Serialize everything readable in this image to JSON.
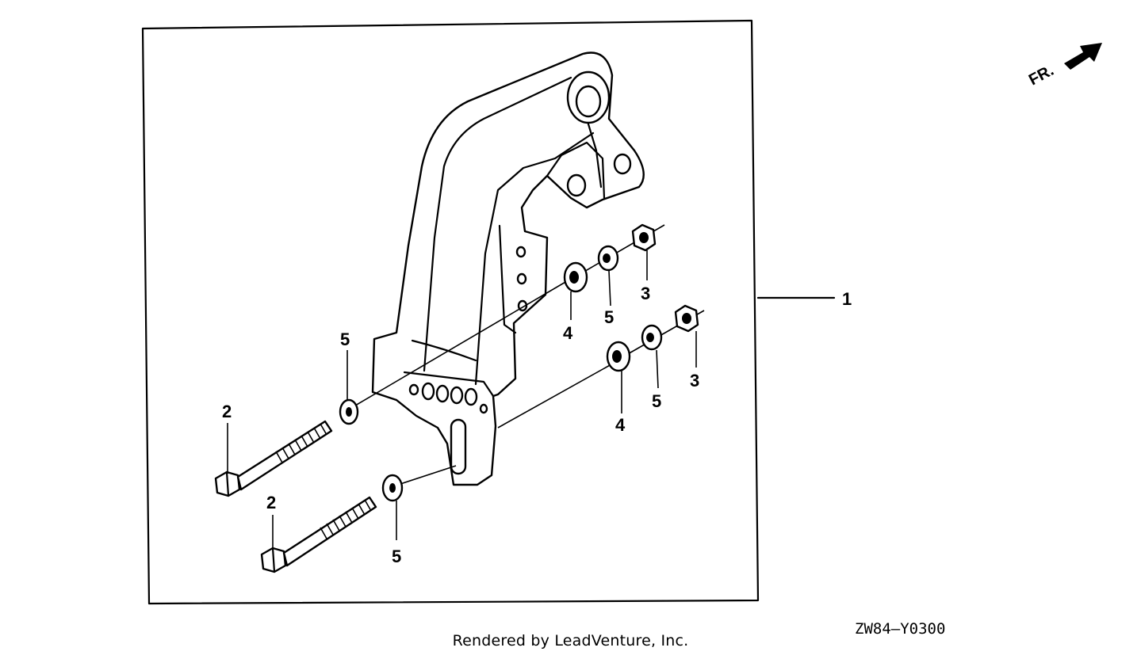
{
  "diagram": {
    "callouts": {
      "bracket_assembly": "1",
      "bolt_upper": "2",
      "bolt_lower": "2",
      "nut_upper": "3",
      "nut_lower": "3",
      "washer_upper": "4",
      "washer_lower": "4",
      "lockwasher_upper": "5",
      "lockwasher_lower": "5",
      "washer_left_upper": "5",
      "washer_left_lower": "5"
    },
    "front_marker": "FR.",
    "diagram_code": "ZW84—Y0300"
  },
  "footer": {
    "credit": "Rendered by LeadVenture, Inc."
  }
}
